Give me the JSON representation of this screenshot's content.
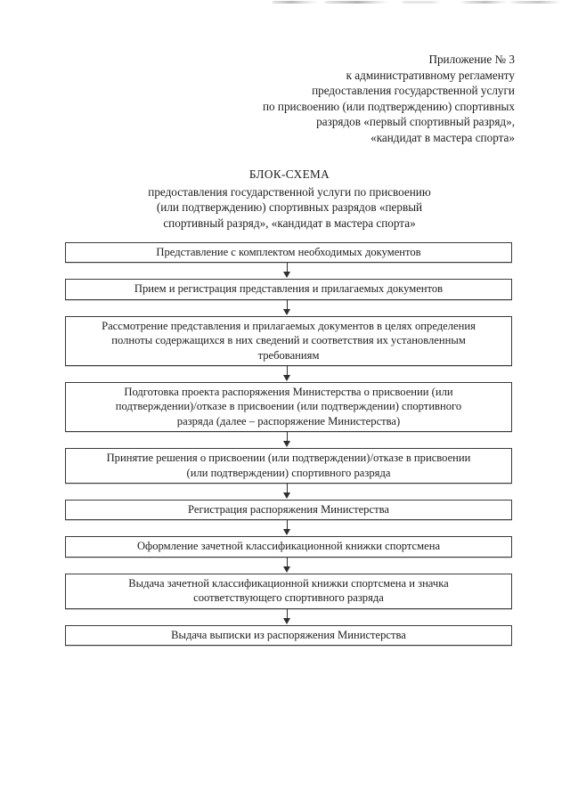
{
  "document": {
    "header_lines": [
      "Приложение № 3",
      "к административному регламенту",
      "предоставления государственной услуги",
      "по присвоению (или подтверждению) спортивных",
      "разрядов «первый спортивный разряд»,",
      "«кандидат в мастера спорта»"
    ],
    "title": "БЛОК-СХЕМА",
    "subtitle_lines": [
      "предоставления государственной услуги по присвоению",
      "(или подтверждению) спортивных разрядов «первый",
      "спортивный разряд», «кандидат в мастера спорта»"
    ]
  },
  "flowchart": {
    "type": "flowchart",
    "orientation": "vertical",
    "connector": "down-arrow",
    "steps": [
      {
        "index": 1,
        "text": "Представление с комплектом необходимых документов",
        "lines": [
          "Представление с комплектом необходимых документов"
        ]
      },
      {
        "index": 2,
        "text": "Прием и регистрация представления и прилагаемых документов",
        "lines": [
          "Прием и регистрация представления и прилагаемых документов"
        ]
      },
      {
        "index": 3,
        "text": "Рассмотрение представления и прилагаемых документов в целях определения полноты содержащихся в них сведений и соответствия их установленным требованиям",
        "lines": [
          "Рассмотрение представления и прилагаемых документов в целях определения",
          "полноты содержащихся в них сведений и соответствия их установленным",
          "требованиям"
        ]
      },
      {
        "index": 4,
        "text": "Подготовка проекта распоряжения Министерства о присвоении (или подтверждении)/отказе в присвоении (или подтверждении) спортивного разряда (далее – распоряжение Министерства)",
        "lines": [
          "Подготовка проекта распоряжения Министерства о присвоении (или",
          "подтверждении)/отказе в присвоении (или подтверждении) спортивного",
          "разряда (далее – распоряжение Министерства)"
        ]
      },
      {
        "index": 5,
        "text": "Принятие решения о присвоении (или подтверждении)/отказе в присвоении (или подтверждении) спортивного разряда",
        "lines": [
          "Принятие решения о присвоении (или подтверждении)/отказе в присвоении",
          "(или подтверждении) спортивного разряда"
        ]
      },
      {
        "index": 6,
        "text": "Регистрация распоряжения Министерства",
        "lines": [
          "Регистрация распоряжения Министерства"
        ]
      },
      {
        "index": 7,
        "text": "Оформление зачетной классификационной книжки спортсмена",
        "lines": [
          "Оформление зачетной классификационной книжки спортсмена"
        ]
      },
      {
        "index": 8,
        "text": "Выдача зачетной классификационной книжки спортсмена и значка соответствующего спортивного разряда",
        "lines": [
          "Выдача зачетной классификационной книжки спортсмена и значка",
          "соответствующего спортивного разряда"
        ]
      },
      {
        "index": 9,
        "text": "Выдача выписки из распоряжения Министерства",
        "lines": [
          "Выдача выписки из распоряжения Министерства"
        ]
      }
    ]
  }
}
